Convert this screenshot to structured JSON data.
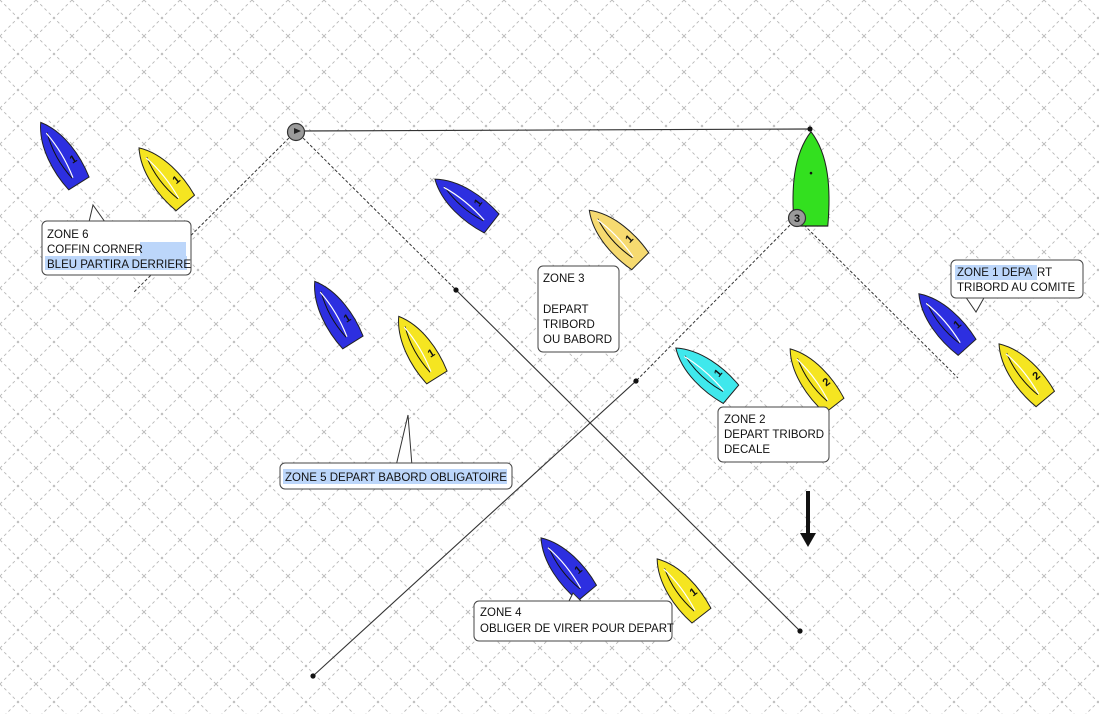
{
  "colors": {
    "blue_boat": "#2d2fe0",
    "yellow_boat": "#f5e521",
    "light_yellow_boat": "#f6da70",
    "cyan_boat": "#3fe8ec",
    "committee_boat": "#33e01f",
    "mark": "#9a9a9a",
    "highlight": "#bcd6fa",
    "grid": "#b8b8b8"
  },
  "marks": {
    "pin_label": "",
    "mark3_label": "3"
  },
  "boats": {
    "z6_blue": "1",
    "z6_yellow": "1",
    "center_blue": "1",
    "center_yellow": "1",
    "z5_blue": "1",
    "z5_yellow": "1",
    "z2_cyan": "1",
    "z2_yellow": "2",
    "z1_blue": "1",
    "z1_yellow": "2",
    "z4_blue": "1",
    "z4_yellow": "1"
  },
  "callouts": {
    "zone6": {
      "line1": "ZONE 6",
      "line2a": "COFFIN CORNER",
      "line2b": "",
      "line3": "BLEU PARTIRA DERRIERE"
    },
    "zone3": {
      "line1": "ZONE 3",
      "line2": "DEPART",
      "line3": "TRIBORD",
      "line4": "OU BABORD"
    },
    "zone1": {
      "line1a": "ZONE 1 DEPA",
      "line1b": "RT",
      "line2": "TRIBORD AU COMITE"
    },
    "zone2": {
      "line1": "ZONE 2",
      "line2": "DEPART TRIBORD",
      "line3": "DECALE"
    },
    "zone5": {
      "line1": "ZONE 5 DEPART BABORD OBLIGATOIRE"
    },
    "zone4": {
      "line1": "ZONE 4",
      "line2": "OBLIGER DE VIRER POUR DEPART"
    }
  },
  "wind_arrow": "down-arrow-icon"
}
